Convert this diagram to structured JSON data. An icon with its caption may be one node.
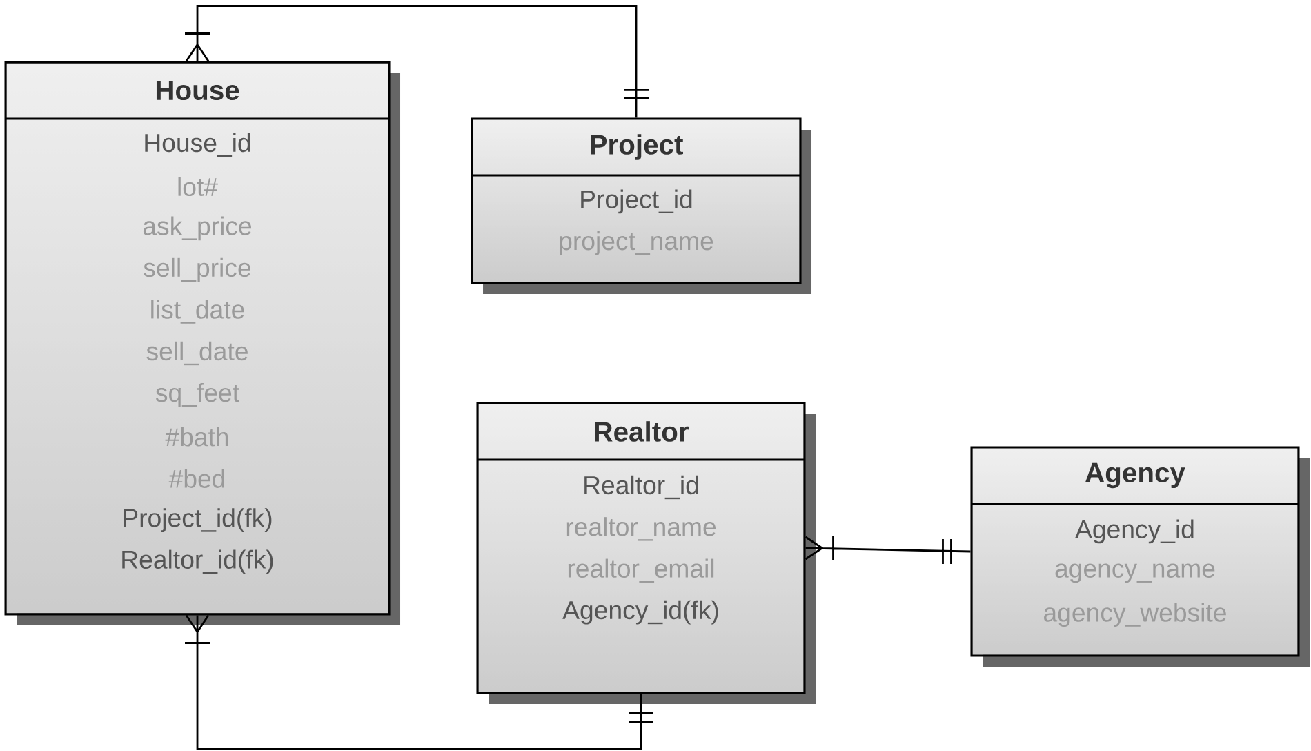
{
  "diagram": {
    "nodes": [
      {
        "text": [
          "House",
          "House_id",
          "lot#",
          "ask_price",
          "sell_price",
          "list_date",
          "sell_date",
          "sq_feet",
          "#bath",
          "#bed",
          "Project_id(fk)",
          "Realtor_id(fk)"
        ]
      },
      {
        "text": [
          "Project",
          "Project_id",
          "project_name"
        ]
      },
      {
        "text": [
          "Realtor",
          "Realtor_id",
          "realtor_name",
          "realtor_email",
          "Agency_id(fk)"
        ]
      },
      {
        "text": [
          "Agency",
          "Agency_id",
          "agency_name",
          "agency_website"
        ]
      }
    ],
    "edges": [
      {
        "from": 0,
        "to": 1,
        "arrow": "other"
      },
      {
        "from": 0,
        "to": 2,
        "arrow": "other"
      },
      {
        "from": 2,
        "to": 3,
        "arrow": "other"
      }
    ]
  }
}
